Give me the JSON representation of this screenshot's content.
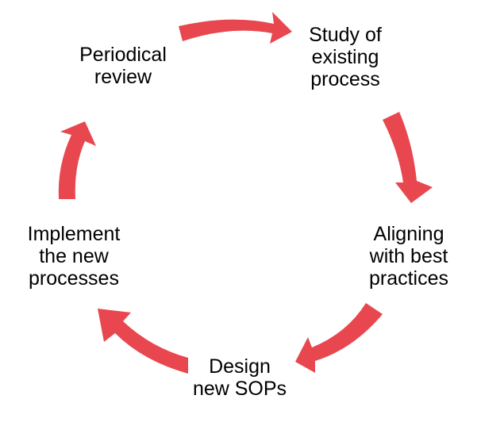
{
  "diagram": {
    "arrow_color": "#e8474f",
    "text_color": "#000000",
    "steps": [
      {
        "id": "study",
        "lines": [
          "Study of",
          "existing",
          "process"
        ]
      },
      {
        "id": "align",
        "lines": [
          "Aligning",
          "with best",
          "practices"
        ]
      },
      {
        "id": "design",
        "lines": [
          "Design",
          "new SOPs"
        ]
      },
      {
        "id": "impl",
        "lines": [
          "Implement",
          "the new",
          "processes"
        ]
      },
      {
        "id": "review",
        "lines": [
          "Periodical",
          "review"
        ]
      }
    ]
  }
}
